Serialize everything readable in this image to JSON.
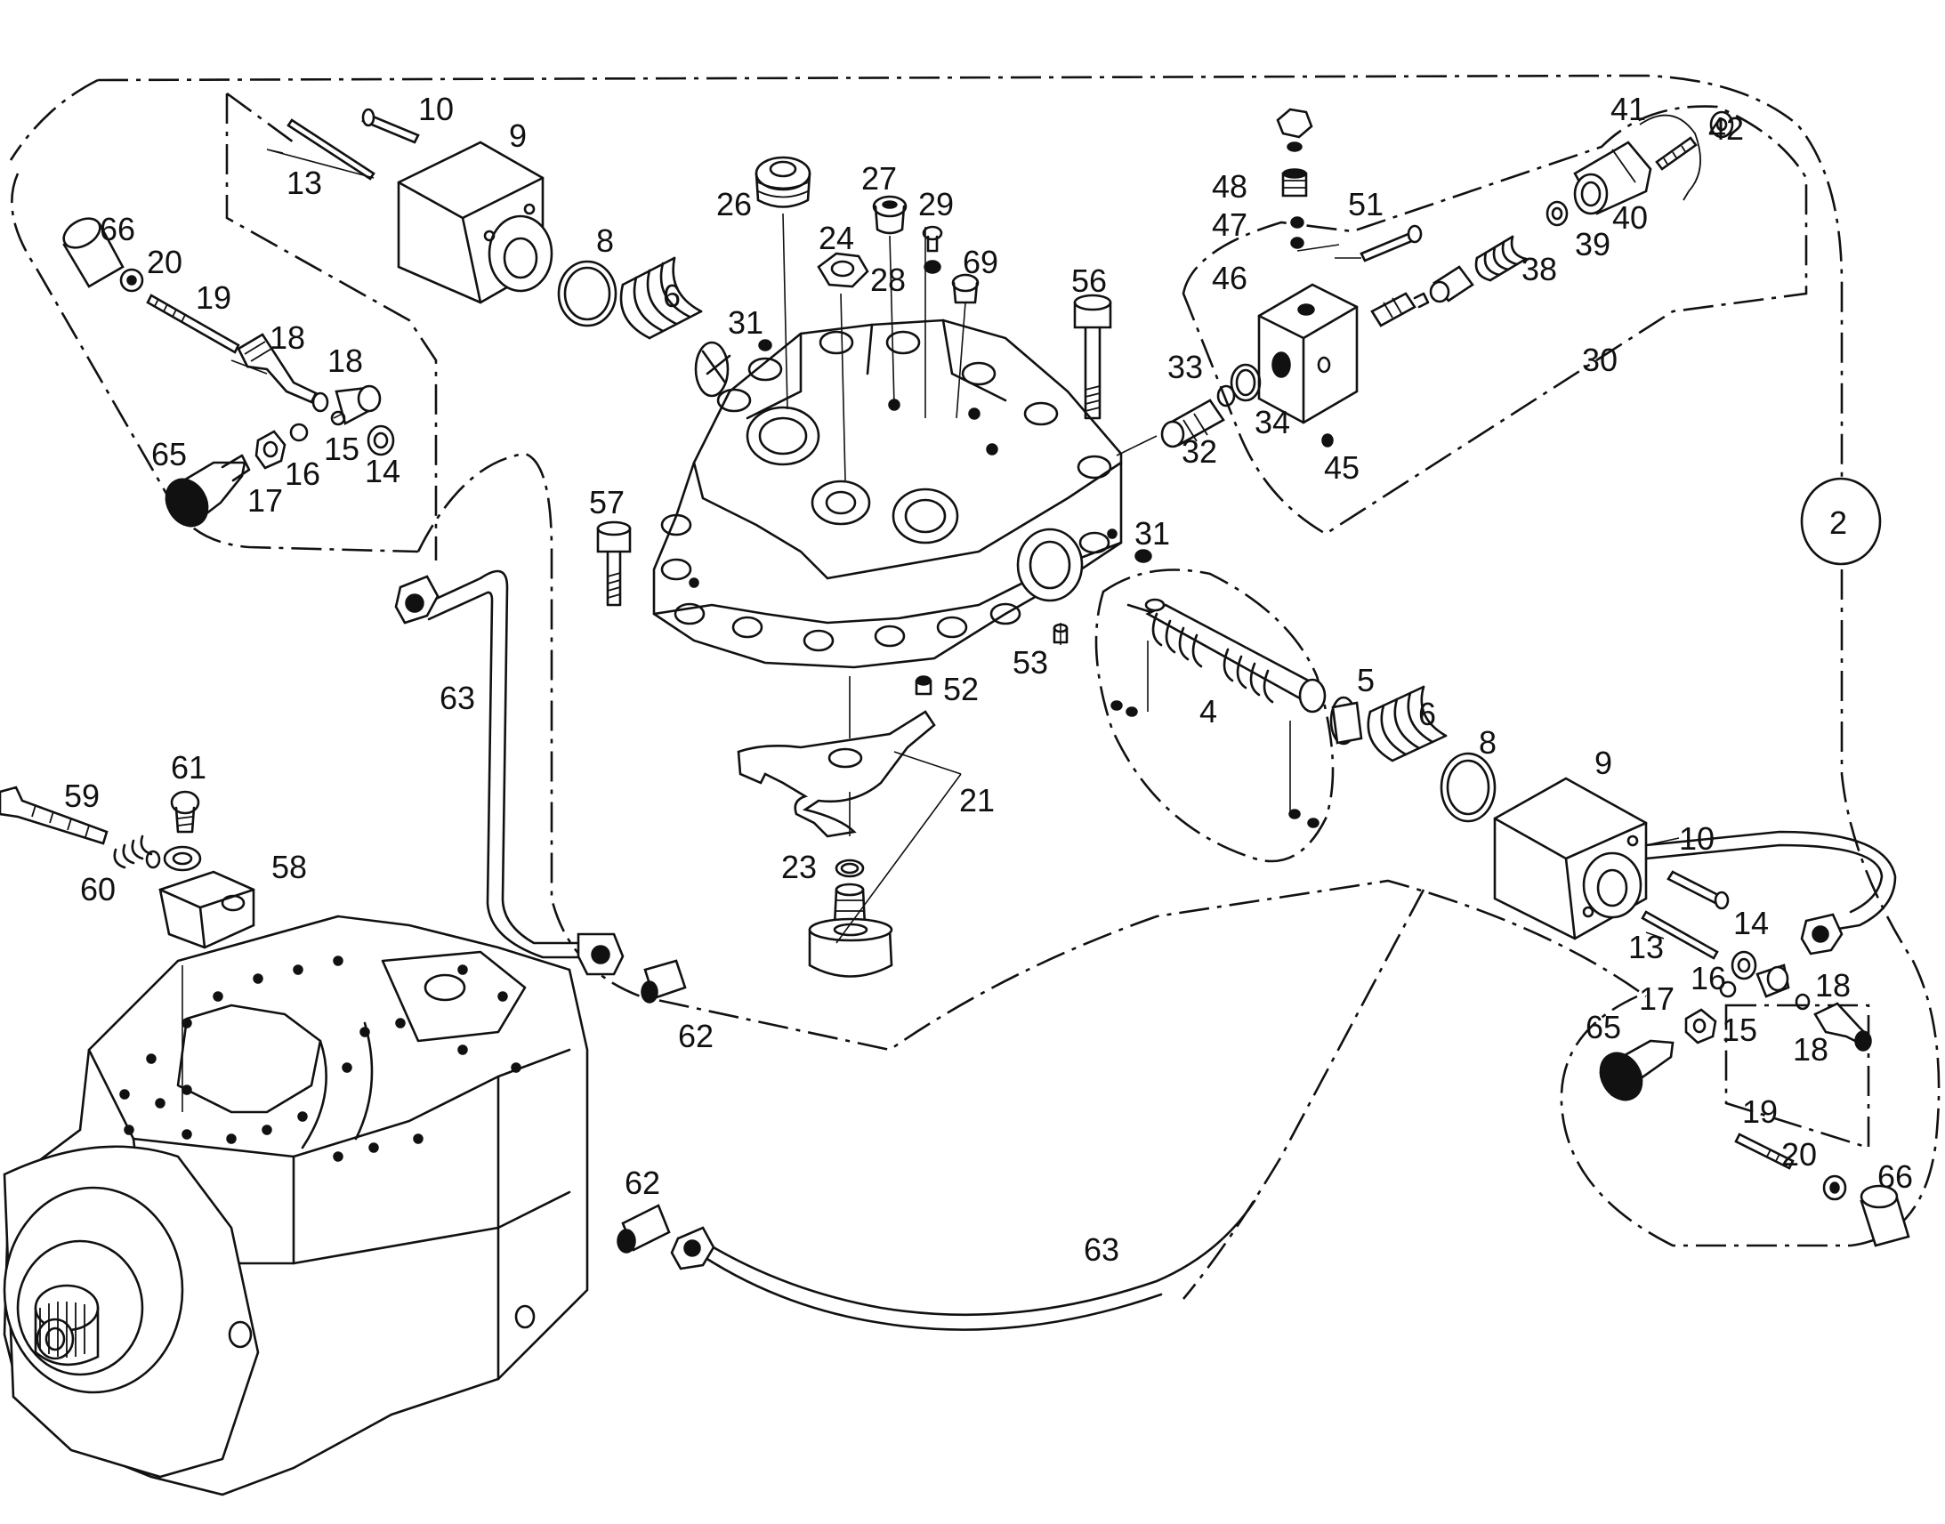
{
  "diagram": {
    "type": "exploded-parts-view",
    "line_color": "#111111",
    "background_color": "#ffffff"
  },
  "callouts": [
    {
      "id": "c10a",
      "text": "10"
    },
    {
      "id": "c9a",
      "text": "9"
    },
    {
      "id": "c13a",
      "text": "13"
    },
    {
      "id": "c66a",
      "text": "66"
    },
    {
      "id": "c20a",
      "text": "20"
    },
    {
      "id": "c19a",
      "text": "19"
    },
    {
      "id": "c18a",
      "text": "18"
    },
    {
      "id": "c18b",
      "text": "18"
    },
    {
      "id": "c65a",
      "text": "65"
    },
    {
      "id": "c16a",
      "text": "16"
    },
    {
      "id": "c15a",
      "text": "15"
    },
    {
      "id": "c14a",
      "text": "14"
    },
    {
      "id": "c17a",
      "text": "17"
    },
    {
      "id": "c8a",
      "text": "8"
    },
    {
      "id": "c6a",
      "text": "6"
    },
    {
      "id": "c26",
      "text": "26"
    },
    {
      "id": "c27",
      "text": "27"
    },
    {
      "id": "c29",
      "text": "29"
    },
    {
      "id": "c24",
      "text": "24"
    },
    {
      "id": "c28",
      "text": "28"
    },
    {
      "id": "c69",
      "text": "69"
    },
    {
      "id": "c31a",
      "text": "31"
    },
    {
      "id": "c56",
      "text": "56"
    },
    {
      "id": "c57",
      "text": "57"
    },
    {
      "id": "c31b",
      "text": "31"
    },
    {
      "id": "c53",
      "text": "53"
    },
    {
      "id": "c52",
      "text": "52"
    },
    {
      "id": "c63a",
      "text": "63"
    },
    {
      "id": "c21",
      "text": "21"
    },
    {
      "id": "c23",
      "text": "23"
    },
    {
      "id": "c48",
      "text": "48"
    },
    {
      "id": "c47",
      "text": "47"
    },
    {
      "id": "c46",
      "text": "46"
    },
    {
      "id": "c51",
      "text": "51"
    },
    {
      "id": "c41",
      "text": "41"
    },
    {
      "id": "c42",
      "text": "42"
    },
    {
      "id": "c40",
      "text": "40"
    },
    {
      "id": "c39",
      "text": "39"
    },
    {
      "id": "c38",
      "text": "38"
    },
    {
      "id": "c33",
      "text": "33"
    },
    {
      "id": "c34",
      "text": "34"
    },
    {
      "id": "c32",
      "text": "32"
    },
    {
      "id": "c45",
      "text": "45"
    },
    {
      "id": "c30",
      "text": "30"
    },
    {
      "id": "c5",
      "text": "5"
    },
    {
      "id": "c4",
      "text": "4"
    },
    {
      "id": "c6b",
      "text": "6"
    },
    {
      "id": "c8b",
      "text": "8"
    },
    {
      "id": "c9b",
      "text": "9"
    },
    {
      "id": "c10b",
      "text": "10"
    },
    {
      "id": "c14b",
      "text": "14"
    },
    {
      "id": "c13b",
      "text": "13"
    },
    {
      "id": "c17b",
      "text": "17"
    },
    {
      "id": "c16b",
      "text": "16"
    },
    {
      "id": "c18c",
      "text": "18"
    },
    {
      "id": "c15b",
      "text": "15"
    },
    {
      "id": "c18d",
      "text": "18"
    },
    {
      "id": "c65b",
      "text": "65"
    },
    {
      "id": "c19b",
      "text": "19"
    },
    {
      "id": "c20b",
      "text": "20"
    },
    {
      "id": "c66b",
      "text": "66"
    },
    {
      "id": "c61",
      "text": "61"
    },
    {
      "id": "c59",
      "text": "59"
    },
    {
      "id": "c58",
      "text": "58"
    },
    {
      "id": "c60",
      "text": "60"
    },
    {
      "id": "c62a",
      "text": "62"
    },
    {
      "id": "c62b",
      "text": "62"
    },
    {
      "id": "c63b",
      "text": "63"
    }
  ],
  "assembly_marker": {
    "text": "2"
  }
}
